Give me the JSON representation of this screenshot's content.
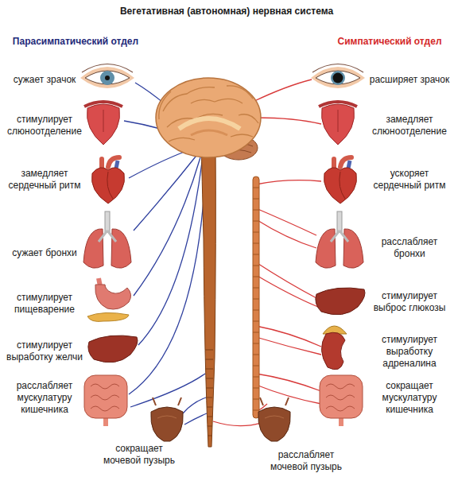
{
  "diagram": {
    "title": "Вегетативная (автономная) нервная система",
    "labels": [
      "Парасимпатический отдел",
      "Симпатический отдел",
      "сужает зрачок",
      "стимулирует слюноотделение",
      "замедляет сердечный ритм",
      "сужает бронхи",
      "стимулирует пищеварение",
      "стимулирует выработку желчи",
      "расслабляет мускулатуру кишечника",
      "сокращает мочевой пузырь",
      "расширяет зрачок",
      "замедляет слюноотделение",
      "ускоряет сердечный ритм",
      "расслабляет бронхи",
      "стимулирует выброс глюкозы",
      "стимулирует выработку адреналина",
      "сокращает мускулатуру кишечника",
      "расслабляет мочевой пузырь"
    ]
  }
}
